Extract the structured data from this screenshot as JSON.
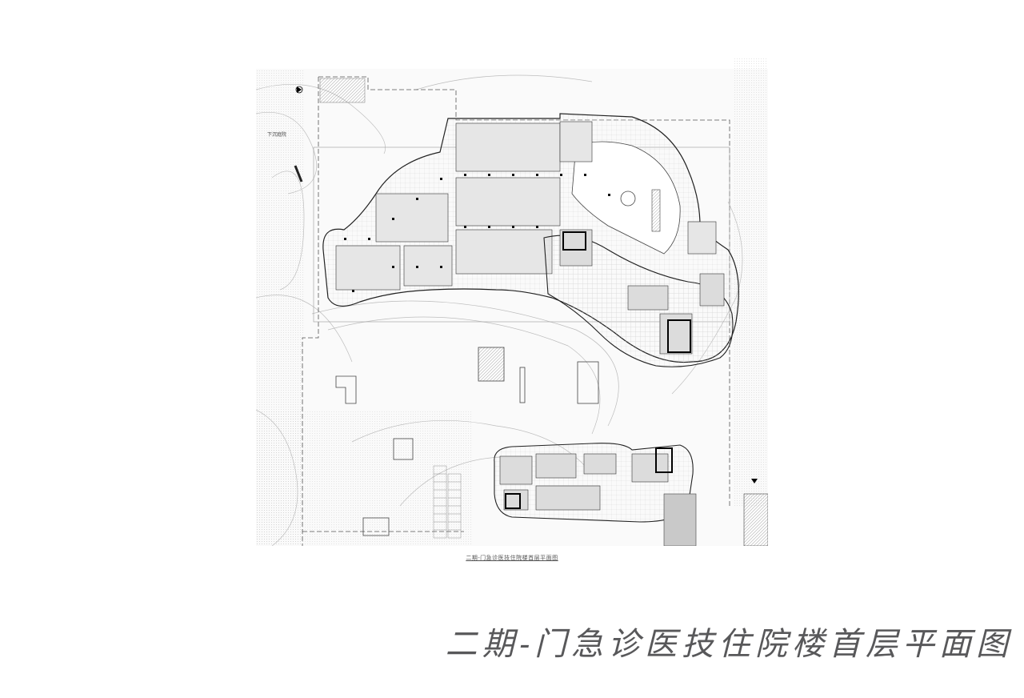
{
  "page": {
    "title": "二期-门急诊医技住院楼首层平面图"
  },
  "drawing": {
    "caption": "二期-门急诊医技住院楼首层平面图",
    "labels": {
      "sunken_courtyard": "下沉庭院"
    }
  },
  "colors": {
    "line": "#6f6f6f",
    "dark_line": "#222222",
    "site_fill": "#f2f2f2",
    "text": "#58585a"
  },
  "icons": {
    "north_arrow": "north-arrow-icon",
    "section_marker": "section-marker-icon"
  }
}
